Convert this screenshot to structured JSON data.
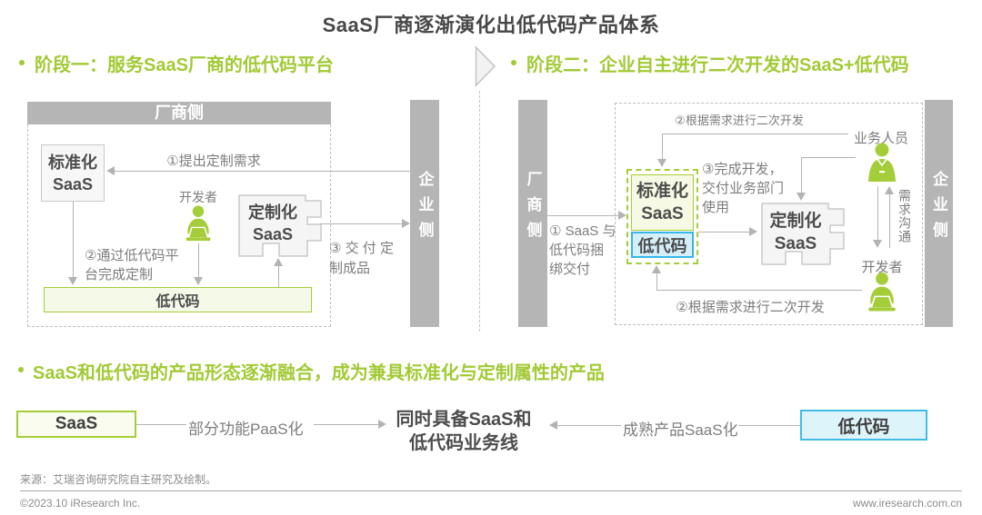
{
  "title": "SaaS厂商逐渐演化出低代码产品体系",
  "stage1": {
    "heading": "阶段一：服务SaaS厂商的低代码平台",
    "vendor_side": "厂商侧",
    "enterprise_side": "企业侧",
    "standard_saas": "标准化\nSaaS",
    "custom_saas": "定制化\nSaaS",
    "low_code": "低代码",
    "developer": "开发者",
    "step1": "①提出定制需求",
    "step2": "②通过低代码平\n台完成定制",
    "step3": "③ 交 付 定\n制成品"
  },
  "stage2": {
    "heading": "阶段二：企业自主进行二次开发的SaaS+低代码",
    "vendor_side": "厂商侧",
    "enterprise_side": "企业侧",
    "step1": "① SaaS 与\n低代码捆\n绑交付",
    "standard_saas": "标准化\nSaaS",
    "low_code": "低代码",
    "custom_saas": "定制化\nSaaS",
    "step2_top": "②根据需求进行二次开发",
    "step3": "③完成开发，\n交付业务部门\n使用",
    "step2_bottom": "②根据需求进行二次开发",
    "business_staff": "业务人员",
    "developer": "开发者",
    "demand_comm": "需求沟通"
  },
  "bottom": {
    "heading": "SaaS和低代码的产品形态逐渐融合，成为兼具标准化与定制属性的产品",
    "saas_box": "SaaS",
    "left_arrow_label": "部分功能PaaS化",
    "center_text": "同时具备SaaS和\n低代码业务线",
    "right_arrow_label": "成熟产品SaaS化",
    "lowcode_box": "低代码"
  },
  "footer": {
    "source": "来源：艾瑞咨询研究院自主研究及绘制。",
    "copyright": "©2023.10 iResearch Inc.",
    "website": "www.iresearch.com.cn"
  },
  "colors": {
    "green": "#a5cd39",
    "cyan": "#39b6e8",
    "bar_gray": "#b5b5b5"
  }
}
